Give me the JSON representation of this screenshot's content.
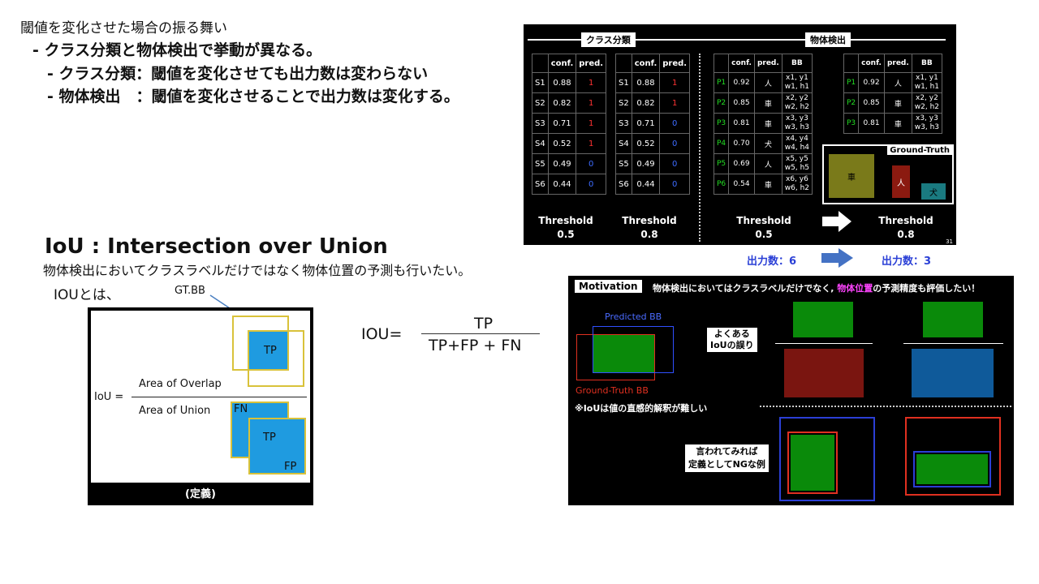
{
  "heading": "閾値を変化させた場合の振る舞い",
  "bullets": [
    "- クラス分類と物体検出で挙動が異なる。",
    "- クラス分類：閾値を変化させても出力数は変わらない",
    "- 物体検出　：閾値を変化させることで出力数は変化する。"
  ],
  "iou": {
    "title": "IoU : Intersection over Union",
    "subtitle": "物体検出においてクラスラベルだけではなく物体位置の予測も行いたい。",
    "to_label": "IOUとは、",
    "gtbb": "GT.BB",
    "iou_eq": "IoU =",
    "overlap": "Area of Overlap",
    "union": "Area of Union",
    "tp": "TP",
    "fn": "FN",
    "fp": "FP",
    "def_label": "(定義)",
    "formula_left": "IOU=",
    "formula_num": "TP",
    "formula_den": "TP+FP + FN"
  },
  "threshold_panel": {
    "class_header": "クラス分類",
    "detect_header": "物体検出",
    "col_conf": "conf.",
    "col_pred": "pred.",
    "col_bb": "BB",
    "class_table1": [
      {
        "id": "S1",
        "conf": "0.88",
        "pred": "1"
      },
      {
        "id": "S2",
        "conf": "0.82",
        "pred": "1"
      },
      {
        "id": "S3",
        "conf": "0.71",
        "pred": "1"
      },
      {
        "id": "S4",
        "conf": "0.52",
        "pred": "1"
      },
      {
        "id": "S5",
        "conf": "0.49",
        "pred": "0"
      },
      {
        "id": "S6",
        "conf": "0.44",
        "pred": "0"
      }
    ],
    "class_table2": [
      {
        "id": "S1",
        "conf": "0.88",
        "pred": "1"
      },
      {
        "id": "S2",
        "conf": "0.82",
        "pred": "1"
      },
      {
        "id": "S3",
        "conf": "0.71",
        "pred": "0"
      },
      {
        "id": "S4",
        "conf": "0.52",
        "pred": "0"
      },
      {
        "id": "S5",
        "conf": "0.49",
        "pred": "0"
      },
      {
        "id": "S6",
        "conf": "0.44",
        "pred": "0"
      }
    ],
    "det_table1": [
      {
        "id": "P1",
        "conf": "0.92",
        "pred": "人",
        "bb1": "x1, y1",
        "bb2": "w1, h1"
      },
      {
        "id": "P2",
        "conf": "0.85",
        "pred": "車",
        "bb1": "x2, y2",
        "bb2": "w2, h2"
      },
      {
        "id": "P3",
        "conf": "0.81",
        "pred": "車",
        "bb1": "x3, y3",
        "bb2": "w3, h3"
      },
      {
        "id": "P4",
        "conf": "0.70",
        "pred": "犬",
        "bb1": "x4, y4",
        "bb2": "w4, h4"
      },
      {
        "id": "P5",
        "conf": "0.69",
        "pred": "人",
        "bb1": "x5, y5",
        "bb2": "w5, h5"
      },
      {
        "id": "P6",
        "conf": "0.54",
        "pred": "車",
        "bb1": "x6, y6",
        "bb2": "w6, h2"
      }
    ],
    "det_table2": [
      {
        "id": "P1",
        "conf": "0.92",
        "pred": "人",
        "bb1": "x1, y1",
        "bb2": "w1, h1"
      },
      {
        "id": "P2",
        "conf": "0.85",
        "pred": "車",
        "bb1": "x2, y2",
        "bb2": "w2, h2"
      },
      {
        "id": "P3",
        "conf": "0.81",
        "pred": "車",
        "bb1": "x3, y3",
        "bb2": "w3, h3"
      }
    ],
    "ground_truth": "Ground-Truth",
    "gt_car": "車",
    "gt_person": "人",
    "gt_dog": "犬",
    "threshold_word": "Threshold",
    "thresholds": [
      "0.5",
      "0.8",
      "0.5",
      "0.8"
    ],
    "page_no": "31",
    "output_left": "出力数：6",
    "output_right": "出力数：3"
  },
  "motivation": {
    "tag": "Motivation",
    "text_a": "物体検出においてはクラスラベルだけでなく,",
    "text_hl": "物体位置",
    "text_b": "の予測精度も評価したい！",
    "predicted_bb": "Predicted BB",
    "ground_truth_bb": "Ground-Truth BB",
    "common_mistake_1": "よくある",
    "common_mistake_2": "IoUの誤り",
    "note": "※IoUは値の直感的解釈が難しい",
    "ng_1": "言われてみれば",
    "ng_2": "定義としてNGな例"
  },
  "colors": {
    "tp_fill": "#1f9be0",
    "gt_outline": "#d9c23a",
    "highlight": "#ff44ff",
    "arrow_blue": "#4472c4",
    "label_blue": "#2a3fd6"
  }
}
